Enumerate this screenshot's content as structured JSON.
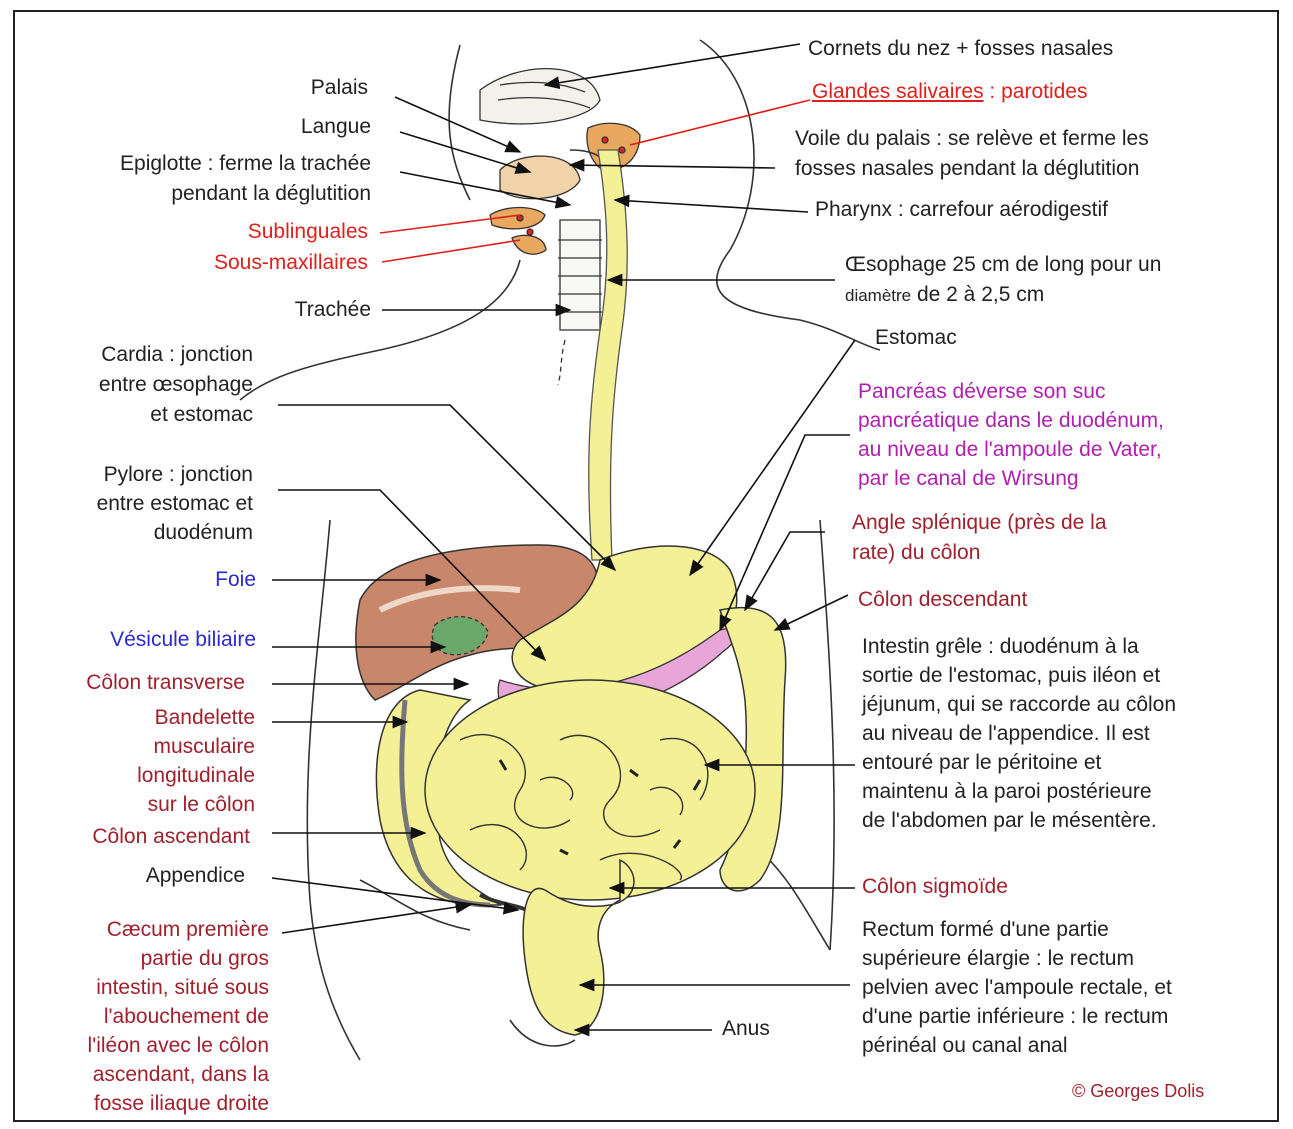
{
  "labels": {
    "cornets": "Cornets du nez + fosses nasales",
    "glandes_underlined": "Glandes salivaires",
    "glandes_rest": " : parotides",
    "voile": [
      "Voile du palais : se relève et ferme les",
      "fosses nasales pendant la déglutition"
    ],
    "pharynx": "Pharynx : carrefour aérodigestif",
    "oesophage_line1": "Œsophage 25 cm de long pour un",
    "oesophage_line2_small": "diamètre",
    "oesophage_line2_rest": " de 2 à 2,5 cm",
    "estomac": "Estomac",
    "pancreas": [
      "Pancréas déverse son suc",
      "pancréatique dans le duodénum,",
      "au niveau de l'ampoule de Vater,",
      "par le canal de Wirsung"
    ],
    "angle_splenique": [
      "Angle splénique (près de la",
      "rate) du côlon"
    ],
    "colon_descendant": "Côlon descendant",
    "intestin_grele": [
      "Intestin grêle : duodénum à la",
      "sortie de l'estomac, puis iléon et",
      "jéjunum, qui se raccorde au côlon",
      "au niveau de l'appendice. Il est",
      "entouré par le péritoine et",
      "maintenu à la paroi postérieure",
      "de l'abdomen par le mésentère."
    ],
    "colon_sigmoide": "Côlon sigmoïde",
    "rectum": [
      "Rectum formé d'une partie",
      "supérieure élargie : le rectum",
      "pelvien avec l'ampoule rectale, et",
      "d'une partie inférieure : le rectum",
      "périnéal ou canal anal"
    ],
    "anus": "Anus",
    "palais": "Palais",
    "langue": "Langue",
    "epiglotte": [
      "Epiglotte : ferme la trachée",
      "pendant la déglutition"
    ],
    "sublinguales": "Sublinguales",
    "sous_maxillaires": "Sous-maxillaires",
    "trachee": "Trachée",
    "cardia": [
      "Cardia : jonction",
      "entre œsophage",
      "et estomac"
    ],
    "pylore": [
      "Pylore : jonction",
      "entre estomac et",
      "duodénum"
    ],
    "foie": "Foie",
    "vesicule": "Vésicule biliaire",
    "colon_transverse": "Côlon transverse",
    "bandelette": [
      "Bandelette",
      "musculaire",
      "longitudinale",
      "sur le côlon"
    ],
    "colon_ascendant": "Côlon ascendant",
    "appendice": "Appendice",
    "caecum": [
      "Cæcum première",
      "partie du gros",
      "intestin, situé sous",
      "l'abouchement de",
      "l'iléon avec le côlon",
      "ascendant, dans la",
      "fosse iliaque droite"
    ],
    "credit": "© Georges Dolis"
  },
  "colors": {
    "label_default": "#222222",
    "label_red": "#e0201a",
    "label_brown": "#a0202c",
    "label_blue": "#2a2ad0",
    "label_purple": "#b020b0",
    "organ_yellow": "#f4f096",
    "liver": "#c8876a",
    "pancreas": "#e8a6d8",
    "gallbladder": "#6aa86a",
    "parotid": "#e8a860"
  }
}
